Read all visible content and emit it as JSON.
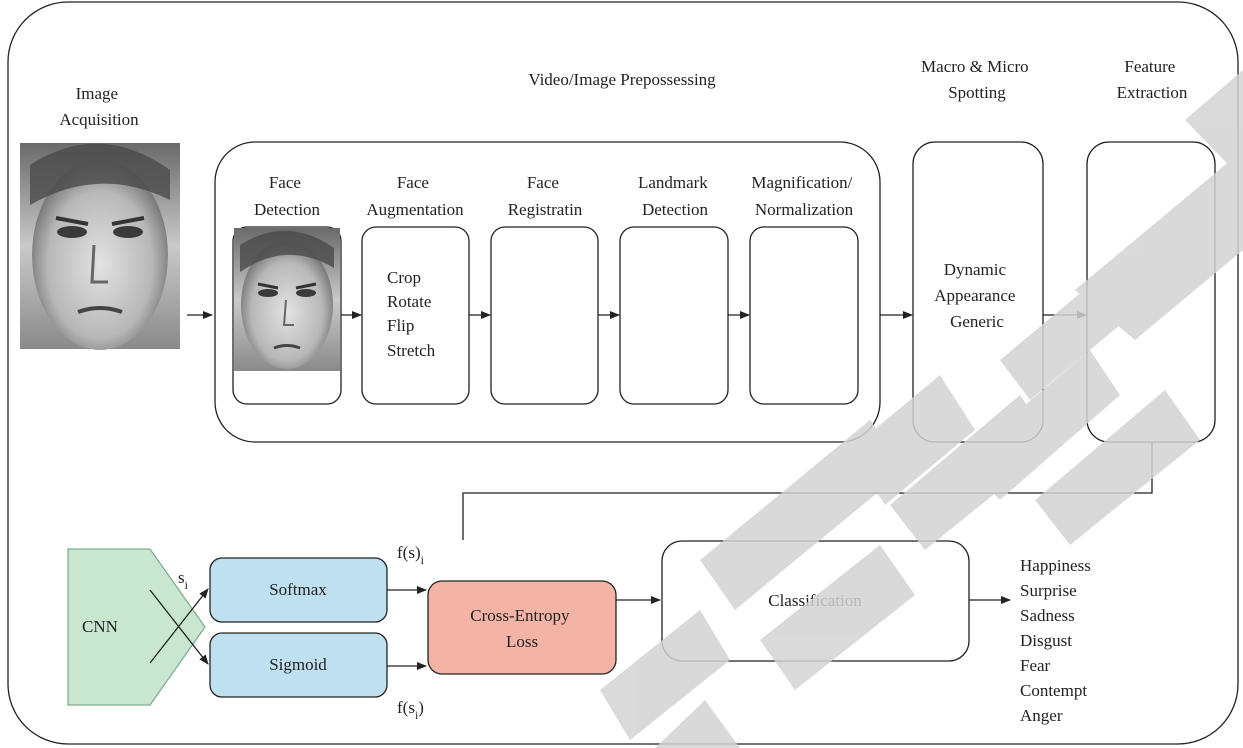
{
  "colors": {
    "cnn_fill": "#c9e6d0",
    "cnn_stroke": "#7fae8b",
    "softmax_fill": "#bfe0ee",
    "sigmoid_fill": "#bfe0ee",
    "loss_fill": "#f3b4a6",
    "watermark": "#d3d3d3"
  },
  "stages": {
    "acquisition": [
      "Image",
      "Acquisition"
    ],
    "preprocessing_title": "Video/Image Prepossessing",
    "spotting_title": [
      "Macro & Micro",
      "Spotting"
    ],
    "extraction_title": [
      "Feature",
      "Extraction"
    ]
  },
  "substeps": {
    "face_detection": [
      "Face",
      "Detection"
    ],
    "face_augmentation": [
      "Face",
      "Augmentation"
    ],
    "face_registration": [
      "Face",
      "Registratin"
    ],
    "landmark_detection": [
      "Landmark",
      "Detection"
    ],
    "magnification": [
      "Magnification/",
      "Normalization"
    ]
  },
  "augmentation_items": [
    "Crop",
    "Rotate",
    "Flip",
    "Stretch"
  ],
  "spotting_items": [
    "Dynamic",
    "Appearance",
    "Generic"
  ],
  "network": {
    "cnn": "CNN",
    "softmax": "Softmax",
    "sigmoid": "Sigmoid",
    "loss": [
      "Cross-Entropy",
      "Loss"
    ],
    "classification": "Classification",
    "s_i": {
      "base": "s",
      "sub": "i"
    },
    "f_softmax": {
      "base": "f(s)",
      "sub": "i"
    },
    "f_sigmoid": {
      "base": "f(s",
      "sub": "i",
      "tail": ")"
    }
  },
  "emotions": [
    "Happiness",
    "Surprise",
    "Sadness",
    "Disgust",
    "Fear",
    "Contempt",
    "Anger"
  ],
  "watermark_text": "RETRACTED"
}
